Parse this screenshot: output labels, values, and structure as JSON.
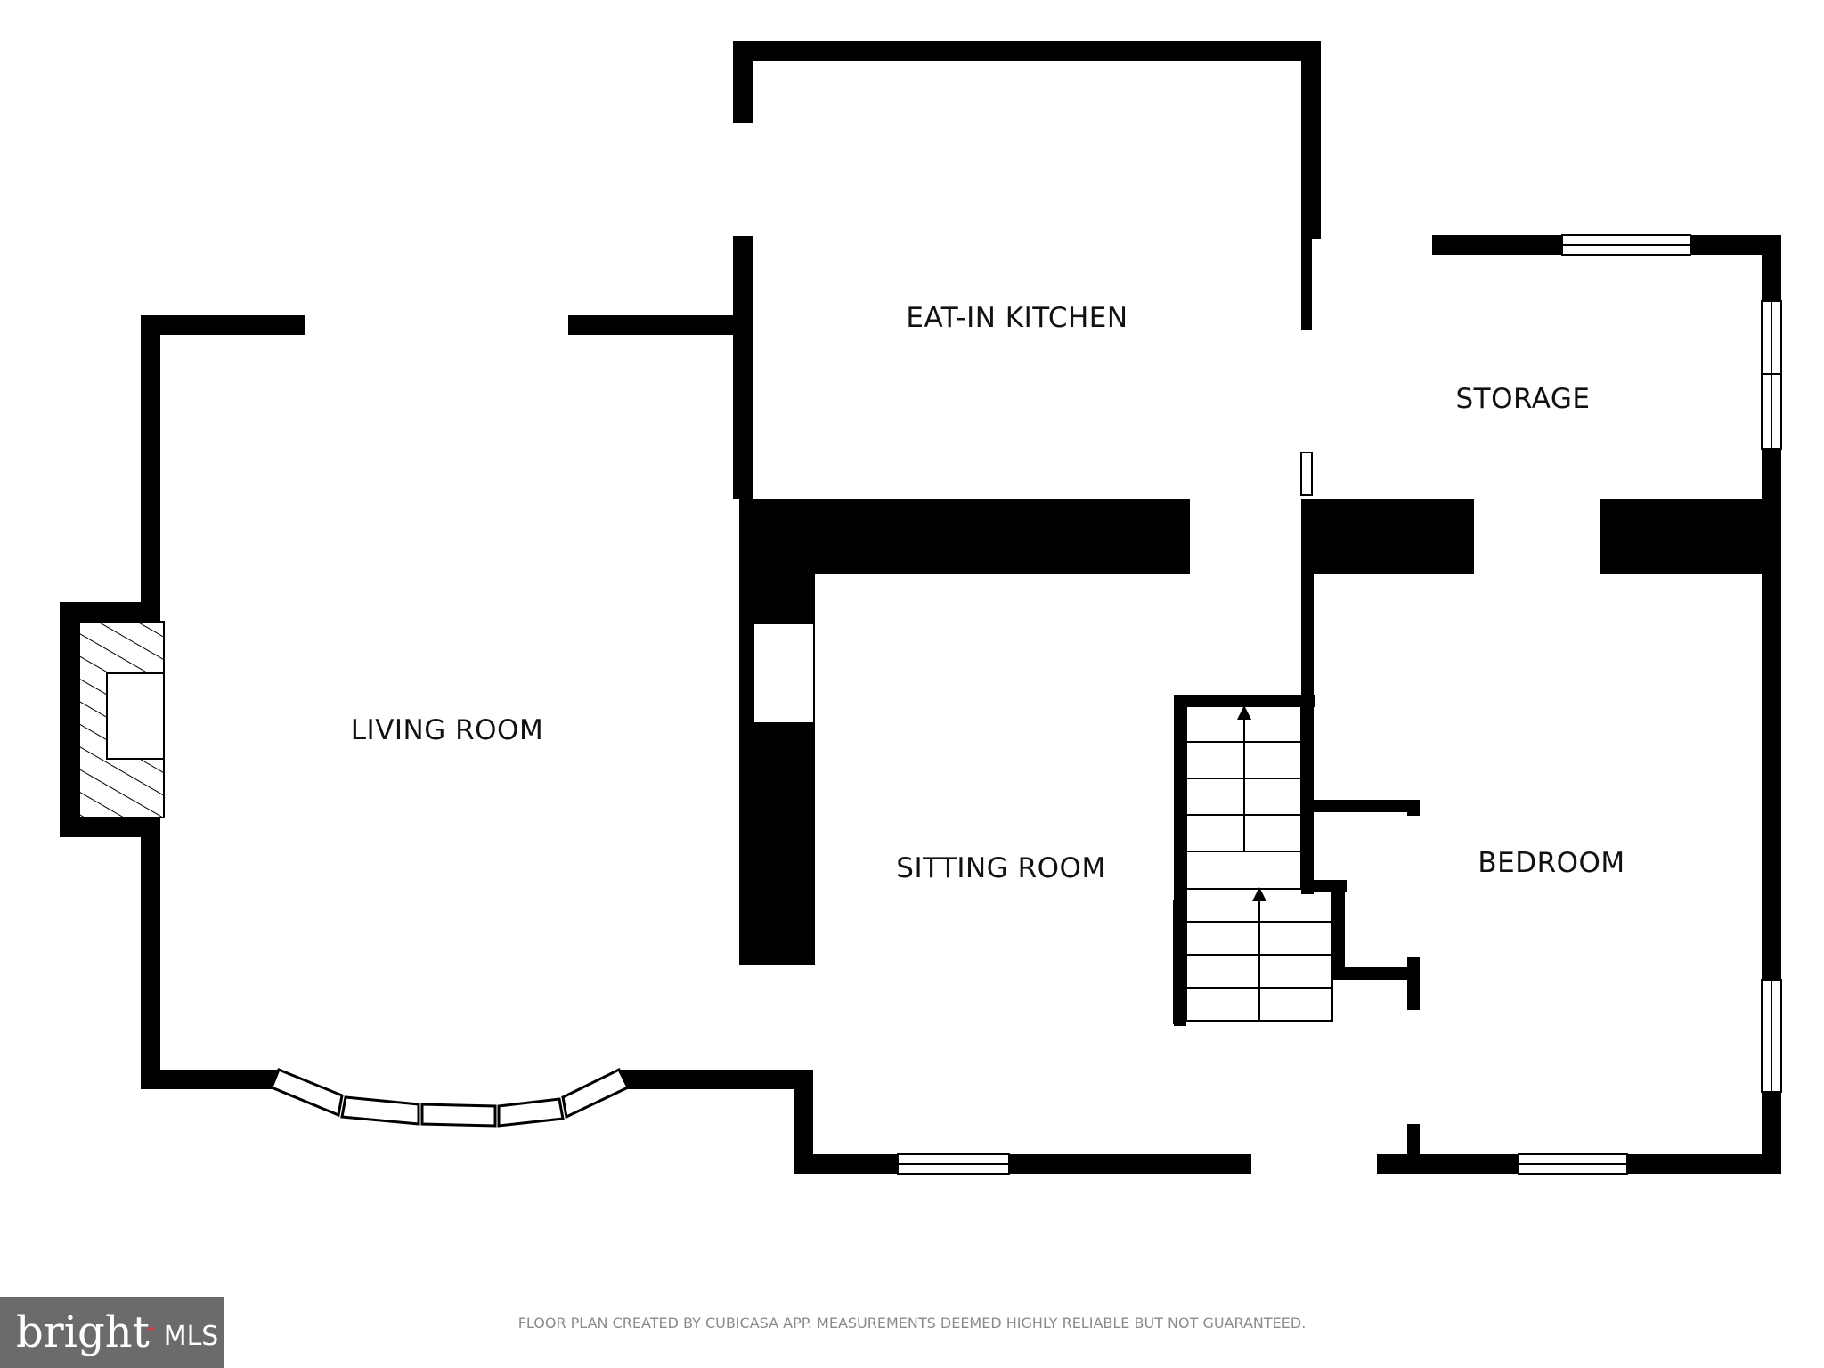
{
  "rooms": {
    "living_room": "LIVING ROOM",
    "eat_in_kitchen": "EAT-IN KITCHEN",
    "storage": "STORAGE",
    "sitting_room": "SITTING ROOM",
    "bedroom": "BEDROOM"
  },
  "footer": {
    "disclaimer": "FLOOR PLAN CREATED BY CUBICASA APP. MEASUREMENTS DEEMED HIGHLY RELIABLE BUT NOT GUARANTEED."
  },
  "watermark": {
    "brand": "bright",
    "sub": "MLS"
  },
  "colors": {
    "wall": "#000000",
    "background": "#ffffff",
    "accent": "#e63946"
  }
}
